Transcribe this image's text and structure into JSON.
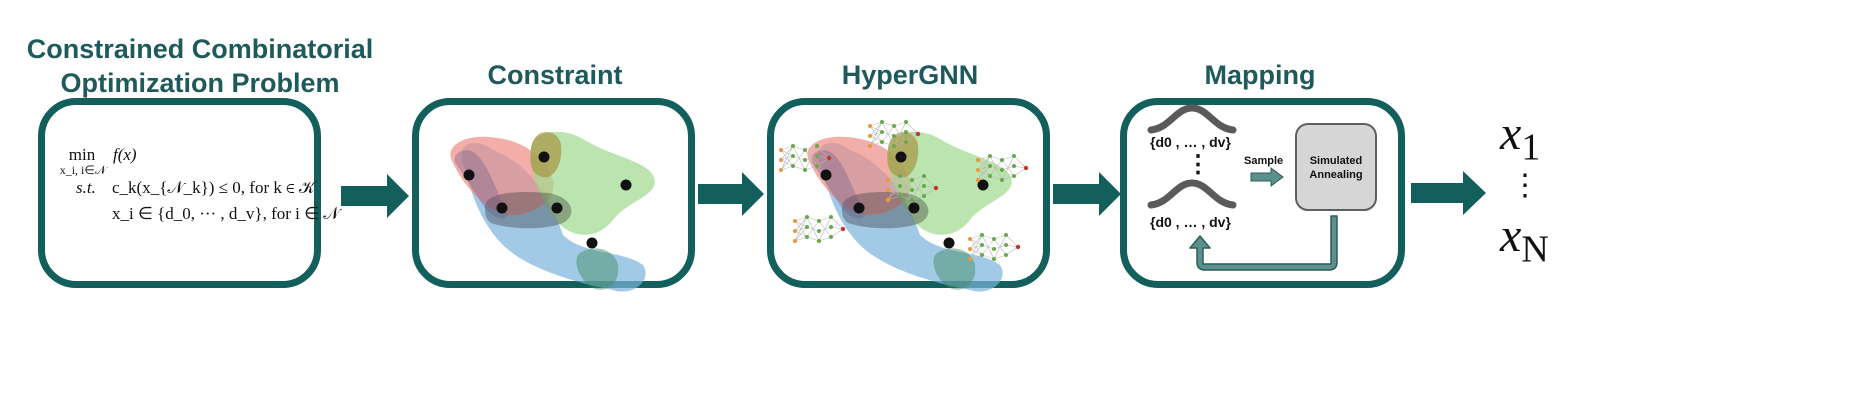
{
  "stages": [
    {
      "title_line1": "Constrained Combinatorial",
      "title_line2": "Optimization Problem"
    },
    {
      "title": "Constraint Hypergraph"
    },
    {
      "title": "HyperGNN"
    },
    {
      "title": "Mapping"
    }
  ],
  "problem": {
    "min_op": "min",
    "min_sub": "x_i, i∈𝒩",
    "objective": "f(x)",
    "st_label": "s.t.",
    "constraint1": "c_k(x_{𝒩_k}) ≤ 0,  for  k ∈ 𝒦",
    "constraint2": "x_i ∈ {d_0, ··· , d_v},  for  i ∈ 𝒩"
  },
  "mapping": {
    "dist_top": "{d0 , … , dv}",
    "dist_bottom": "{d0 , … , dv}",
    "vdots": "⋮",
    "sample_label": "Sample",
    "annealing_line1": "Simulated",
    "annealing_line2": "Annealing"
  },
  "outputs": {
    "first": "x",
    "first_sub": "1",
    "vdots": "⋮",
    "last": "x",
    "last_sub": "N"
  },
  "colors": {
    "teal": "#135f5c",
    "red_edge": "#f08c85",
    "green_edge": "#9ed98b",
    "blue_edge": "#7ab3dc",
    "olive_edge": "#a89a4a",
    "annealing_box": "#d6d6d6"
  }
}
